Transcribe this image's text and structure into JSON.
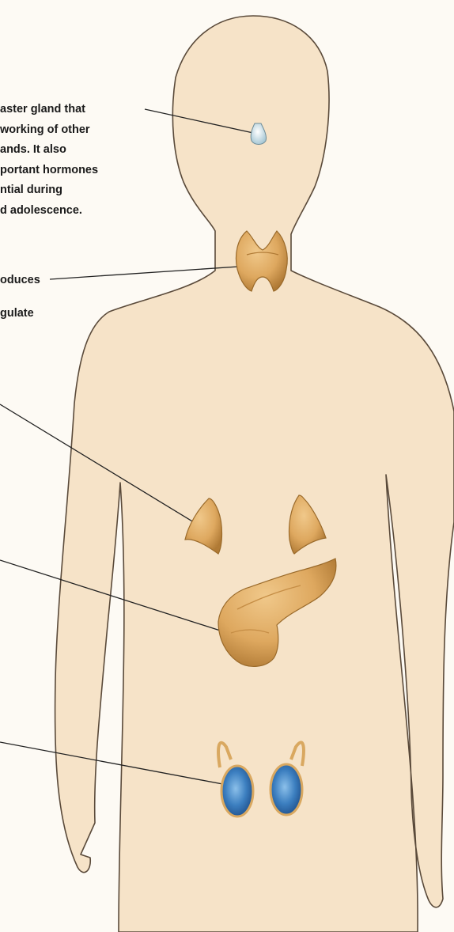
{
  "labels": {
    "pituitary": [
      "aster gland that",
      "working of other",
      "ands. It also",
      "portant hormones",
      "ntial during",
      "d adolescence."
    ],
    "thyroid": [
      "oduces",
      "gulate"
    ]
  },
  "colors": {
    "background": "#fdfaf4",
    "body_fill": "#f6e3c8",
    "body_outline": "#5a4a3a",
    "gland_fill": "#dea85f",
    "gland_shade": "#b07a35",
    "testis_fill": "#3c7fc0",
    "leader_line": "#222222",
    "text": "#1a1a1a"
  }
}
